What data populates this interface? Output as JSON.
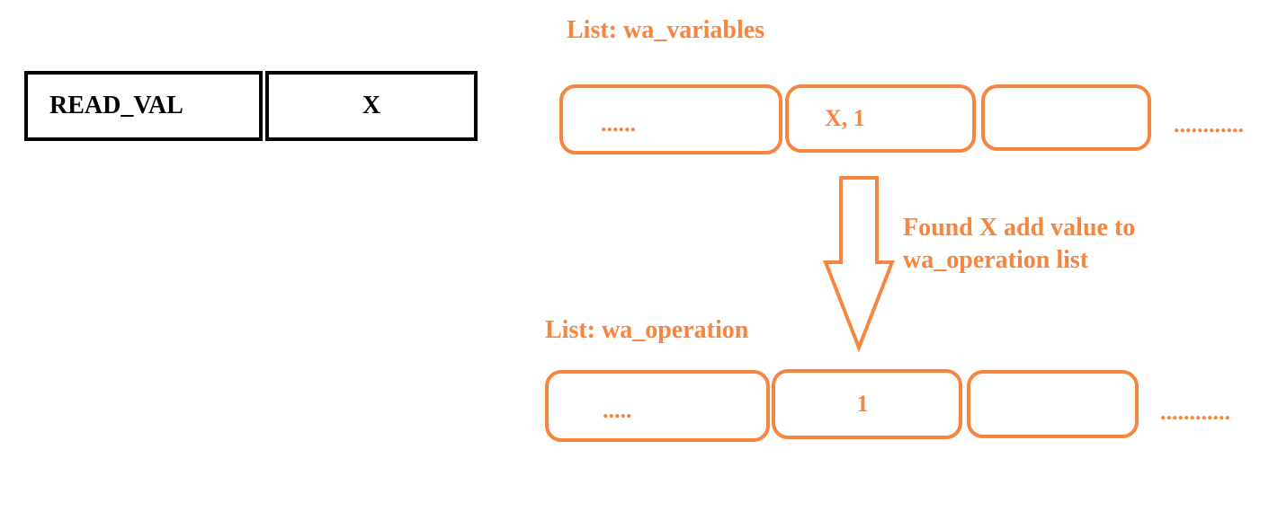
{
  "colors": {
    "accent": "#f5853f",
    "ink": "#000000",
    "background": "#ffffff"
  },
  "instruction": {
    "opcode": "READ_VAL",
    "operand": "X"
  },
  "variables_list": {
    "title": "List: wa_variables",
    "cells": [
      "......",
      "X, 1",
      ""
    ],
    "trailing": "............"
  },
  "arrow": {
    "icon": "down-arrow-icon",
    "label_line1": "Found X add value to",
    "label_line2": "wa_operation list"
  },
  "operation_list": {
    "title": "List: wa_operation",
    "cells": [
      ".....",
      "1",
      ""
    ],
    "trailing": "............"
  }
}
